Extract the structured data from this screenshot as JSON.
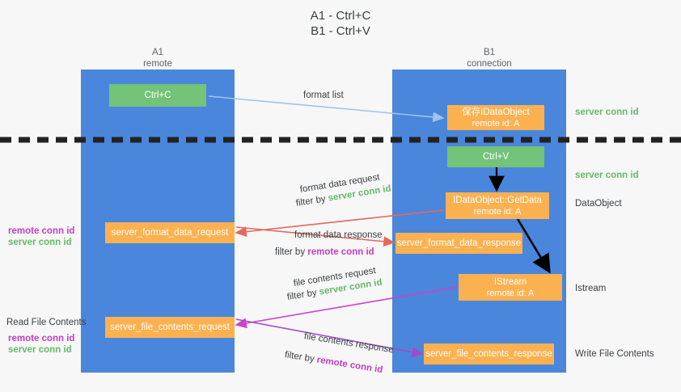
{
  "title": {
    "line1": "A1 - Ctrl+C",
    "line2": "B1 - Ctrl+V"
  },
  "lanes": [
    {
      "name": "A1",
      "subtitle": "remote"
    },
    {
      "name": "B1",
      "subtitle": "connection"
    }
  ],
  "boxes": {
    "ctrl_c": {
      "line1": "Ctrl+C",
      "color": "#73c378"
    },
    "ctrl_v": {
      "line1": "Ctrl+V",
      "color": "#73c378"
    },
    "save_idataobject": {
      "line1": "保存IDataObject",
      "line2": "remote id: A",
      "color": "#fcb150"
    },
    "getdata": {
      "line1": "IDataObject::GetData",
      "line2": "remote id: A",
      "color": "#fcb150"
    },
    "istream": {
      "line1": "IStream",
      "line2": "remote id: A",
      "color": "#fcb150"
    },
    "server_format_data_request": {
      "line1": "server_format_data_request",
      "color": "#fcb150"
    },
    "server_format_data_response": {
      "line1": "server_format_data_response",
      "color": "#fcb150"
    },
    "server_file_contents_request": {
      "line1": "server_file_contents_request",
      "color": "#fcb150"
    },
    "server_file_contents_response": {
      "line1": "server_file_contents_response",
      "color": "#fcb150"
    }
  },
  "edge_labels": {
    "format_list": "format list",
    "format_data_request": "format data request",
    "format_data_request_filter_prefix": "filter by ",
    "format_data_request_filter_value": "server conn id",
    "format_data_response": "format data response",
    "format_data_response_filter_prefix": "filter by ",
    "format_data_response_filter_value": "remote conn id",
    "file_contents_request": "file contents request",
    "file_contents_request_filter_prefix": "filter by ",
    "file_contents_request_filter_value": "server conn id",
    "file_contents_response": "file contents response",
    "file_contents_response_filter_prefix": "filter by ",
    "file_contents_response_filter_value": "remote conn id"
  },
  "annotations": {
    "right_server_conn_id_top": "server conn id",
    "right_server_conn_id_mid": "server conn id",
    "right_dataobject": "DataObject",
    "right_istream": "Istream",
    "right_write_file_contents": "Write File Contents",
    "left_remote_conn_id_1": "remote conn id",
    "left_server_conn_id_1": "server conn id",
    "left_read_file_contents": "Read File Contents",
    "left_remote_conn_id_2": "remote conn id",
    "left_server_conn_id_2": "server conn id"
  },
  "colors": {
    "lane": "#4a86dc",
    "green": "#73c378",
    "orange": "#fcb150",
    "green_text": "#63ba68",
    "magenta_text": "#c23ec2",
    "arrow_light_blue": "#9fc5e8",
    "arrow_red": "#e8675a",
    "arrow_magenta": "#d040c8",
    "arrow_purple": "#a24bc8",
    "arrow_black": "#000000",
    "divider": "#222222",
    "background": "#f7f7f7"
  }
}
